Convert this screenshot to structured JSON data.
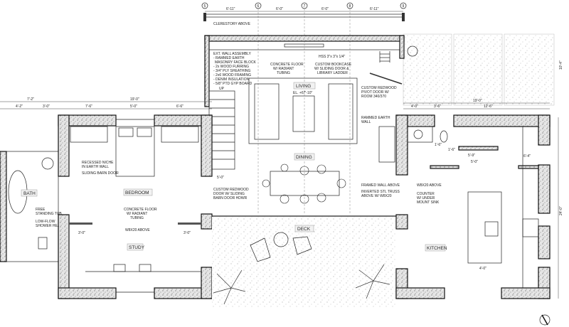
{
  "grid": {
    "markers": [
      "5",
      "6",
      "7",
      "8",
      "9"
    ],
    "top_dims": [
      "6'-11\"",
      "6'-0\"",
      "6'-0\"",
      "6'-11\""
    ]
  },
  "rooms": {
    "living": "LIVING",
    "living_elevation": "EL. +67'-10\"",
    "dining": "DINING",
    "bedroom": "BEDROOM",
    "bath": "BATH",
    "study": "STUDY",
    "deck": "DECK",
    "kitchen": "KITCHEN"
  },
  "notes": {
    "clerestory": "CLERESTORY ABOVE",
    "ext_wall": [
      "EXT. WALL ASSEMBLY",
      "- RAMMED EARTH",
      "MASONRY FACE BLOCK",
      "- 2x WOOD FURRING",
      "- 3/4\" PLY SHEATHING",
      "- 2x6 WOOD FRAMING",
      "- DENIM INSULATION",
      "- 5/8\" PTD GYP BOARD"
    ],
    "concrete_floor_living": [
      "CONCRETE FLOOR",
      "W/ RADIANT",
      "TUBING"
    ],
    "hss": "HSS 3\"x 3\"x 1/4\"",
    "bookcase": [
      "CUSTOM BOOKCASE",
      "W/ SLIDING DOOR &",
      "LIBRARY LADDER"
    ],
    "pivot_door": [
      "CUSTOM REDWOOD",
      "PIVOT DOOR W/",
      "ROOM 340/370"
    ],
    "rammed_earth": [
      "RAMMED EARTH",
      "WALL"
    ],
    "up": "UP",
    "recessed_niche": [
      "RECESSED NICHE",
      "IN EARTH WALL"
    ],
    "sliding_barn": "SLIDING BARN DOOR",
    "free_tub": [
      "FREE",
      "STANDING TUB"
    ],
    "shower": [
      "LOW-FLOW",
      "SHOWER HEAD"
    ],
    "concrete_floor_bed": [
      "CONCRETE FLOOR",
      "W/ RADIANT",
      "TUBING"
    ],
    "w8x20_bed": "W8X20 ABOVE",
    "redwood_door": [
      "CUSTOM REDWOOD",
      "DOOR W/ SLIDING",
      "BARN DOOR HDWR"
    ],
    "framed_wall": "FRAMED WALL ABOVE",
    "truss": [
      "INVERTED STL TRUSS",
      "ABOVE W/ W8X20"
    ],
    "w8x20_kitchen": "W8X20 ABOVE",
    "counter": [
      "COUNTER",
      "W/ UNDER",
      "MOUNT SINK"
    ]
  },
  "dims": {
    "bed_top_total": "19'-0\"",
    "bed_top": [
      "7'-2\"",
      "4'-2\"",
      "3'-0\"",
      "7'-6\"",
      "5'-0\"",
      "6'-6\""
    ],
    "kitchen_top_total": "19'-0\"",
    "kitchen_top": [
      "4'-0\"",
      "3'-6\"",
      "12'-6\""
    ],
    "kitchen_side": "24'-0\"",
    "garden_side": "10'-4\"",
    "misc": [
      "5'-0\"",
      "3'-0\"",
      "3'-0\"",
      "5'-0\"",
      "5'-9\"",
      "6'-4\"",
      "4'-0\"",
      "1'-6\"",
      "1'-6\""
    ]
  }
}
